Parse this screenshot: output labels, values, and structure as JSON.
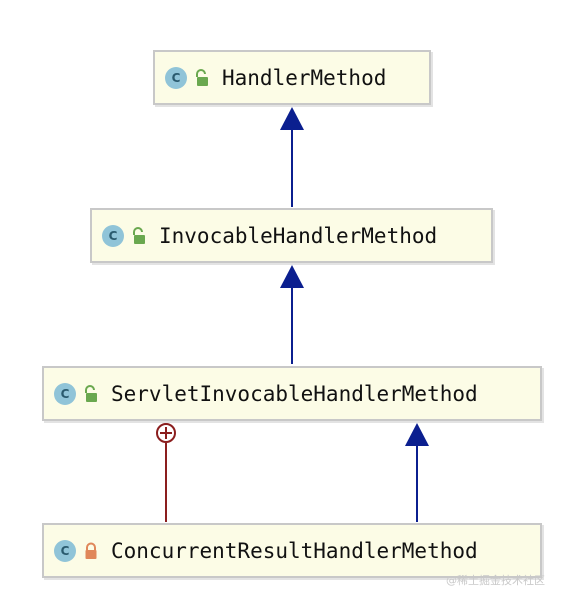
{
  "diagram": {
    "nodes": [
      {
        "id": "handler-method",
        "kind": "class",
        "badge": "C",
        "access": "public",
        "name": "HandlerMethod"
      },
      {
        "id": "invocable-handler-method",
        "kind": "class",
        "badge": "C",
        "access": "public",
        "name": "InvocableHandlerMethod"
      },
      {
        "id": "servlet-invocable-handler-method",
        "kind": "class",
        "badge": "C",
        "access": "public",
        "name": "ServletInvocableHandlerMethod"
      },
      {
        "id": "concurrent-result-handler-method",
        "kind": "class",
        "badge": "C",
        "access": "private",
        "name": "ConcurrentResultHandlerMethod"
      }
    ],
    "edges": [
      {
        "from": "invocable-handler-method",
        "to": "handler-method",
        "type": "extends"
      },
      {
        "from": "servlet-invocable-handler-method",
        "to": "invocable-handler-method",
        "type": "extends"
      },
      {
        "from": "concurrent-result-handler-method",
        "to": "servlet-invocable-handler-method",
        "type": "extends"
      },
      {
        "from": "concurrent-result-handler-method",
        "to": "servlet-invocable-handler-method",
        "type": "inner-class"
      }
    ],
    "colors": {
      "extends_edge": "#0b1f8f",
      "inner_class_edge": "#8b1e1e",
      "node_fill": "#fcfce6",
      "class_icon": "#90c4d8",
      "public_lock": "#6aa84f",
      "private_lock": "#e0875a"
    }
  },
  "watermark": "@稀土掘金技术社区"
}
